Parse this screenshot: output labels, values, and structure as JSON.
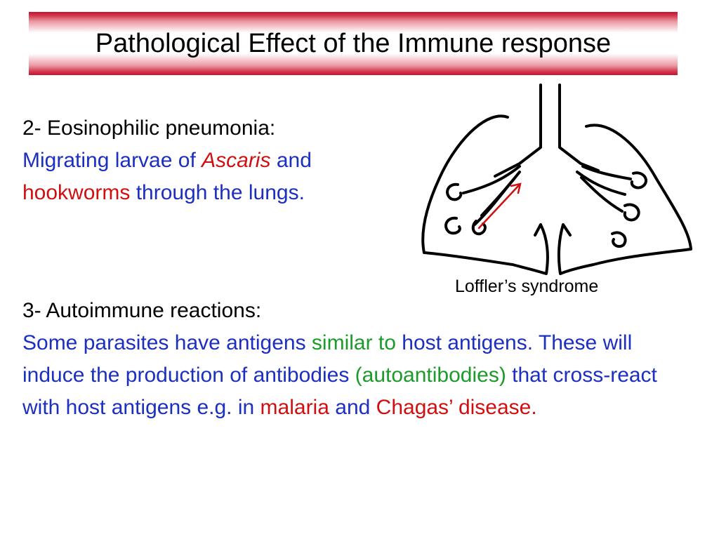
{
  "slide": {
    "title": "Pathological Effect of the Immune response",
    "colors": {
      "title_band_accent": "#c4122f",
      "blue_text": "#1c2fbf",
      "red_text": "#d01010",
      "green_text": "#1c9a2a"
    }
  },
  "section_2": {
    "heading": "2- Eosinophilic pneumonia:",
    "body": [
      {
        "text": "Migrating larvae of ",
        "style": "blue"
      },
      {
        "text": "Ascaris",
        "style": "red-italic"
      },
      {
        "text": " and ",
        "style": "blue"
      },
      {
        "text": "hookworms",
        "style": "red"
      },
      {
        "text": " through the lungs.",
        "style": "blue"
      }
    ]
  },
  "section_3": {
    "heading": "3- Autoimmune reactions:",
    "body": [
      {
        "text": "Some parasites have antigens ",
        "style": "blue"
      },
      {
        "text": "similar to",
        "style": "green"
      },
      {
        "text": " host antigens. These will induce the production of antibodies ",
        "style": "blue"
      },
      {
        "text": "(autoantibodies)",
        "style": "green"
      },
      {
        "text": " that cross-react with host antigens e.g. in ",
        "style": "blue"
      },
      {
        "text": "malaria",
        "style": "red"
      },
      {
        "text": " and ",
        "style": "blue"
      },
      {
        "text": "Chagas’ disease.",
        "style": "red"
      }
    ]
  },
  "figure": {
    "icon": "lungs-illustration",
    "caption": "Loffler’s syndrome"
  }
}
